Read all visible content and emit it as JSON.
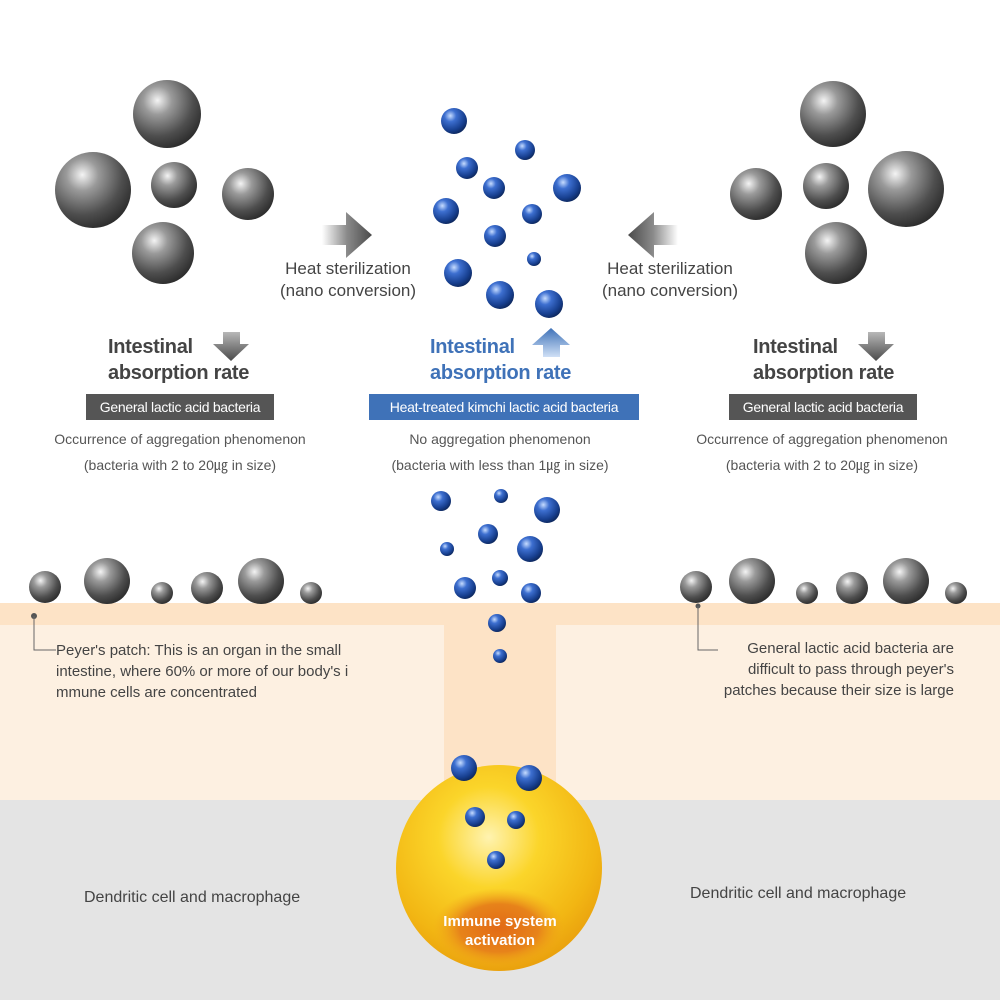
{
  "colors": {
    "accent_blue": "#3f72b8",
    "badge_dark": "#555555",
    "tissue_light": "#fdf0e1",
    "tissue_band": "#fde3c6",
    "base_gray": "#e4e4e4",
    "cell_yellow": "#f7c81c"
  },
  "left": {
    "arrow_label_line1": "Heat sterilization",
    "arrow_label_line2": "(nano conversion)",
    "rate_line1": "Intestinal",
    "rate_line2": "absorption rate",
    "badge": "General lactic acid bacteria",
    "desc_line1": "Occurrence of aggregation phenomenon",
    "desc_line2": "(bacteria with 2 to 20㎍ in size)"
  },
  "center": {
    "rate_line1": "Intestinal",
    "rate_line2": "absorption rate",
    "badge": "Heat-treated kimchi lactic acid bacteria",
    "desc_line1": "No aggregation phenomenon",
    "desc_line2": "(bacteria with less than 1㎍ in size)"
  },
  "right": {
    "arrow_label_line1": "Heat sterilization",
    "arrow_label_line2": "(nano conversion)",
    "rate_line1": "Intestinal",
    "rate_line2": "absorption rate",
    "badge": "General lactic acid bacteria",
    "desc_line1": "Occurrence of aggregation phenomenon",
    "desc_line2": "(bacteria with 2 to 20㎍ in size)"
  },
  "notes": {
    "peyer_line1": "Peyer's patch: This is an organ in the small",
    "peyer_line2": "intestine, where 60% or more of our body's i",
    "peyer_line3": "mmune cells are concentrated",
    "general_line1": "General lactic acid bacteria are",
    "general_line2": "difficult to pass through peyer's",
    "general_line3": "patches because their size is large"
  },
  "bottom": {
    "left_label": "Dendritic cell and macrophage",
    "right_label": "Dendritic cell and macrophage",
    "immune_line1": "Immune system",
    "immune_line2": "activation"
  },
  "icons": {
    "gray_sphere": "gray-bacteria-sphere-icon",
    "blue_sphere": "blue-bacteria-sphere-icon",
    "arrow_right": "arrow-right-icon",
    "arrow_left": "arrow-left-icon",
    "arrow_down": "arrow-down-icon",
    "arrow_up": "arrow-up-icon"
  }
}
